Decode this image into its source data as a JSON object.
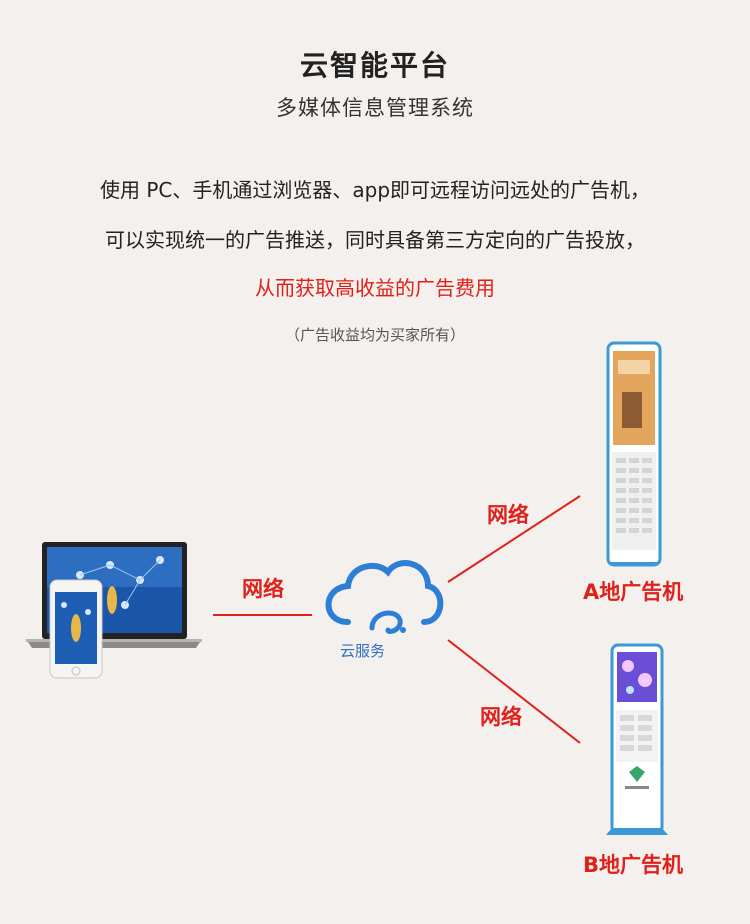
{
  "header": {
    "title": "云智能平台",
    "subtitle": "多媒体信息管理系统"
  },
  "description": {
    "line1": "使用 PC、手机通过浏览器、app即可远程访问远处的广告机，",
    "line2": "可以实现统一的广告推送，同时具备第三方定向的广告投放，",
    "line3_highlight": "从而获取高收益的广告费用",
    "note": "（广告收益均为买家所有）"
  },
  "diagram": {
    "network_label": "网络",
    "cloud_label": "云服务",
    "kiosk_a_label": "A地广告机",
    "kiosk_b_label": "B地广告机",
    "colors": {
      "link": "#e0201a",
      "cloud": "#2d6fc4",
      "kiosk_frame": "#3a9ad9",
      "accent_text": "#e0201a"
    }
  }
}
